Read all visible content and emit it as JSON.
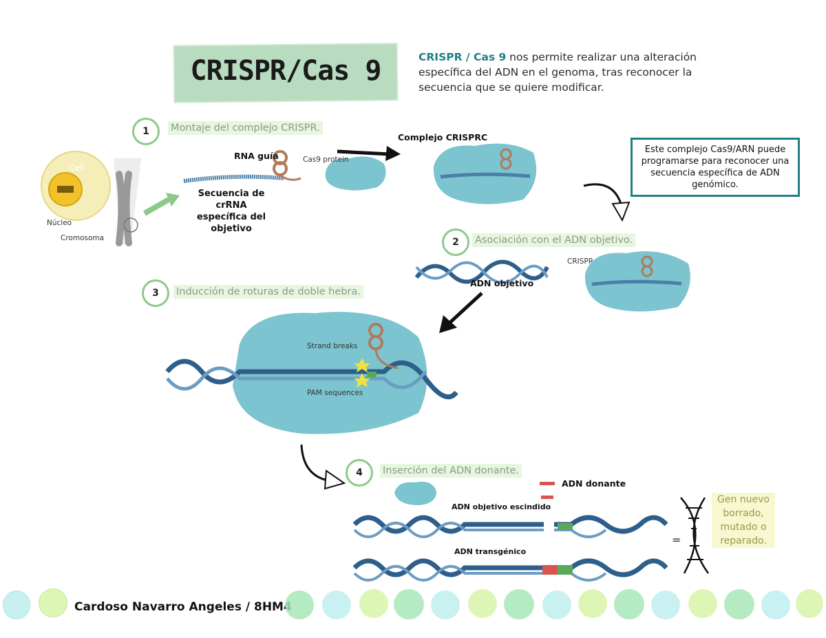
{
  "title": "CRISPR/Cas 9",
  "intro": {
    "highlight": "CRISPR / Cas 9",
    "rest": " nos permite realizar una alteración específica del ADN en el genoma, tras reconocer la secuencia que se quiere modificar."
  },
  "steps": [
    {
      "num": "1",
      "label": "Montaje del complejo CRISPR."
    },
    {
      "num": "2",
      "label": "Asociación con el ADN objetivo."
    },
    {
      "num": "3",
      "label": "Inducción de roturas de doble hebra."
    },
    {
      "num": "4",
      "label": "Inserción del ADN donante."
    }
  ],
  "cell": {
    "cell_label": "Cell",
    "nucleus_label": "Núcleo",
    "chromosome_label": "Cromosoma"
  },
  "labels": {
    "rna_guide": "RNA guía",
    "cas9_protein": "Cas9 protein",
    "complex": "Complejo CRISPRC",
    "guide_sequence": "Secuencia de crRNA específica del objetivo",
    "crispr_complex": "CRISPR complex",
    "target_dna": "ADN objetivo",
    "strand_breaks": "Strand breaks",
    "pam": "PAM sequences",
    "donor_dna": "ADN donante",
    "cleaved_dna": "ADN objetivo escindido",
    "transgenic_dna": "ADN transgénico",
    "equals": "="
  },
  "info_box": "Este complejo Cas9/ARN puede programarse para reconocer una secuencia específica de ADN genómico.",
  "gene_note": "Gen nuevo borrado, mutado o reparado.",
  "footer": "Cardoso Navarro Angeles / 8HM4",
  "colors": {
    "accent": "#1f7f84",
    "protein": "#7cc4cf",
    "green_circle": "#8cc98a",
    "rna": "#b07a5a",
    "dna": "#2e5f8a"
  }
}
